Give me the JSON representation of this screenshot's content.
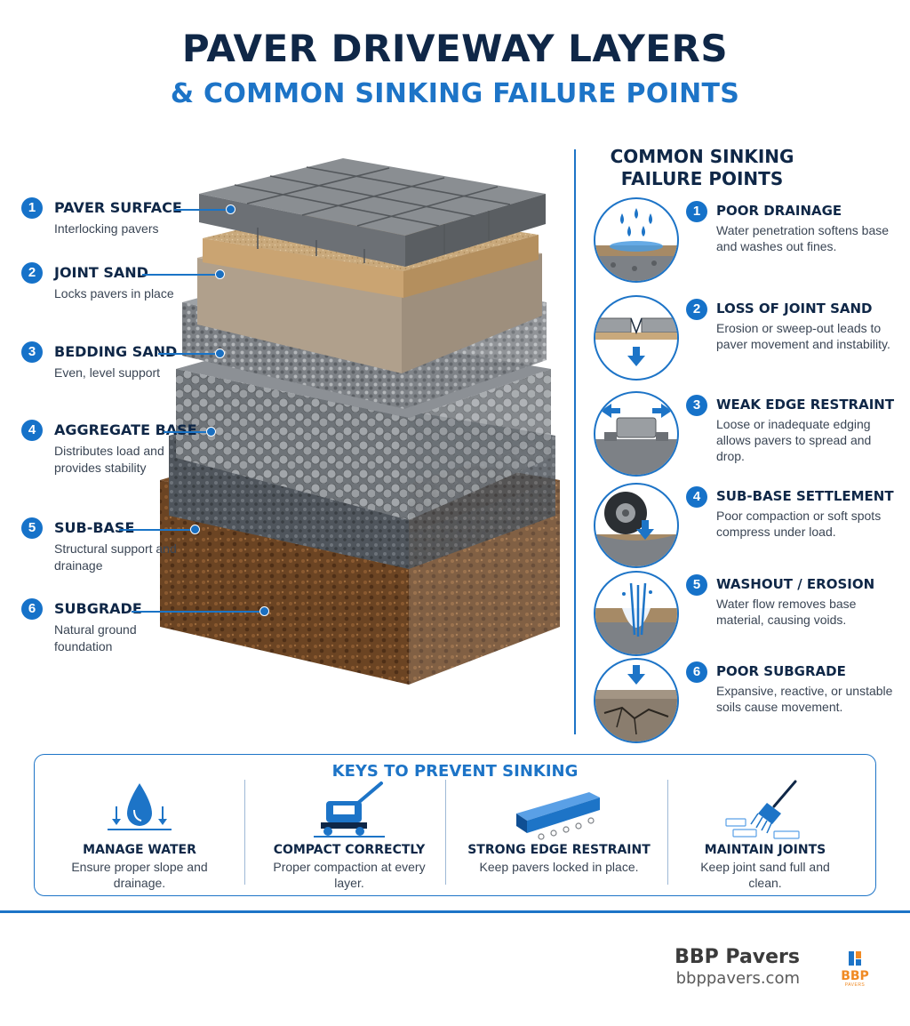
{
  "title": {
    "main": "PAVER DRIVEWAY LAYERS",
    "sub": "& COMMON SINKING FAILURE POINTS"
  },
  "layers": [
    {
      "number": "1",
      "name": "PAVER SURFACE",
      "desc": "Interlocking pavers"
    },
    {
      "number": "2",
      "name": "JOINT SAND",
      "desc": "Locks pavers in place"
    },
    {
      "number": "3",
      "name": "BEDDING SAND",
      "desc": "Even, level support"
    },
    {
      "number": "4",
      "name": "AGGREGATE BASE",
      "desc": "Distributes load and provides stability"
    },
    {
      "number": "5",
      "name": "SUB-BASE",
      "desc": "Structural support and drainage"
    },
    {
      "number": "6",
      "name": "SUBGRADE",
      "desc": "Natural ground foundation"
    }
  ],
  "failure_points": {
    "heading": "COMMON SINKING FAILURE POINTS",
    "items": [
      {
        "number": "1",
        "name": "POOR DRAINAGE",
        "desc": "Water penetration softens base and washes out fines.",
        "icon": "water-drops-icon"
      },
      {
        "number": "2",
        "name": "LOSS OF JOINT SAND",
        "desc": "Erosion or sweep-out leads to paver movement and instability.",
        "icon": "joint-gap-icon"
      },
      {
        "number": "3",
        "name": "WEAK EDGE RESTRAINT",
        "desc": "Loose or inadequate edging allows pavers to spread and drop.",
        "icon": "edge-spread-icon"
      },
      {
        "number": "4",
        "name": "SUB-BASE SETTLEMENT",
        "desc": "Poor compaction or soft spots compress under load.",
        "icon": "tire-load-icon"
      },
      {
        "number": "5",
        "name": "WASHOUT / EROSION",
        "desc": "Water flow removes base material, causing voids.",
        "icon": "water-washout-icon"
      },
      {
        "number": "6",
        "name": "POOR SUBGRADE",
        "desc": "Expansive, reactive, or unstable soils cause movement.",
        "icon": "cracked-soil-icon"
      }
    ]
  },
  "keys": {
    "title": "KEYS TO PREVENT SINKING",
    "items": [
      {
        "name": "MANAGE WATER",
        "desc": "Ensure proper slope and drainage.",
        "icon": "water-drop-icon"
      },
      {
        "name": "COMPACT CORRECTLY",
        "desc": "Proper compaction at every layer.",
        "icon": "plate-compactor-icon"
      },
      {
        "name": "STRONG EDGE RESTRAINT",
        "desc": "Keep pavers locked in place.",
        "icon": "edge-restraint-icon"
      },
      {
        "name": "MAINTAIN JOINTS",
        "desc": "Keep joint sand full and clean.",
        "icon": "broom-icon"
      }
    ]
  },
  "brand": {
    "name": "BBP Pavers",
    "url": "bbppavers.com",
    "logo_text": "BBP",
    "logo_sub": "PAVERS"
  },
  "colors": {
    "accent": "#1d74c7",
    "navy": "#0f2747",
    "logo_orange": "#f08a24",
    "logo_blue": "#1d74c7"
  }
}
